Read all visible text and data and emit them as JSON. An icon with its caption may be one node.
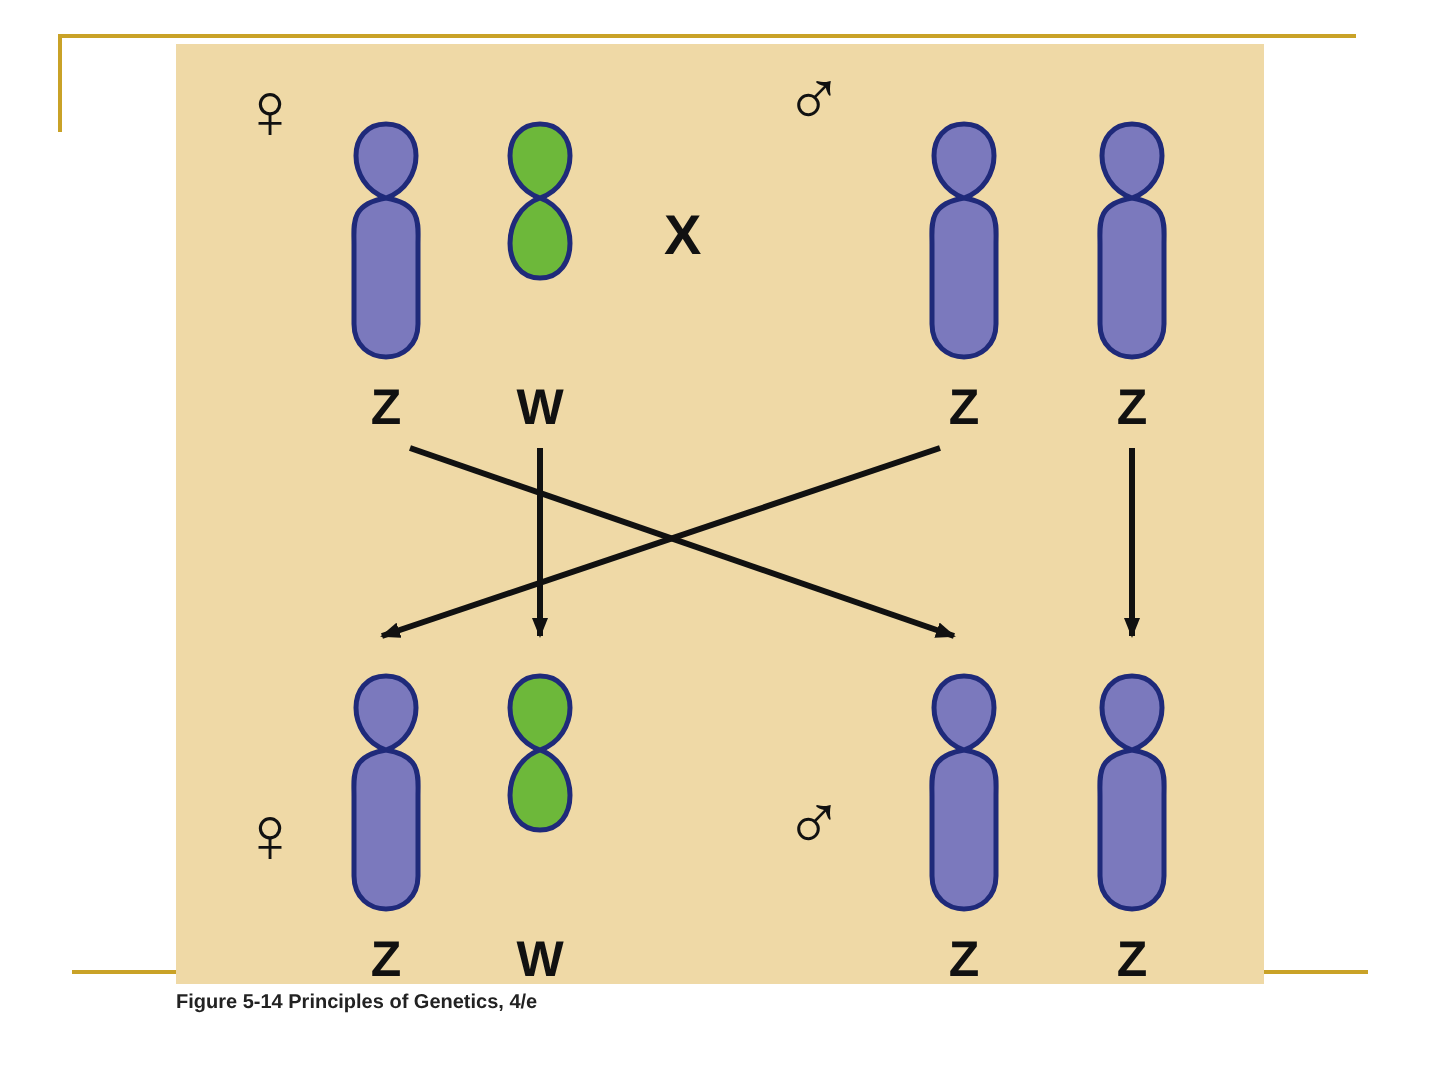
{
  "diagram": {
    "caption": "Figure 5-14 Principles of Genetics, 4/e",
    "nodes": [
      {
        "text": [
          "Z"
        ]
      },
      {
        "text": [
          "W"
        ]
      },
      {
        "text": [
          "Z"
        ]
      },
      {
        "text": [
          "Z"
        ]
      },
      {
        "text": [
          "Z"
        ]
      },
      {
        "text": [
          "W"
        ]
      },
      {
        "text": [
          "Z"
        ]
      },
      {
        "text": [
          "Z"
        ]
      }
    ],
    "edges": [
      {
        "from": 0,
        "to": 6,
        "arrow": "to"
      },
      {
        "from": 1,
        "to": 5,
        "arrow": "to"
      },
      {
        "from": 2,
        "to": 4,
        "arrow": "to"
      },
      {
        "from": 3,
        "to": 7,
        "arrow": "to"
      }
    ],
    "labels": [
      "♀",
      "♂",
      "X",
      "♀",
      "♂"
    ]
  }
}
